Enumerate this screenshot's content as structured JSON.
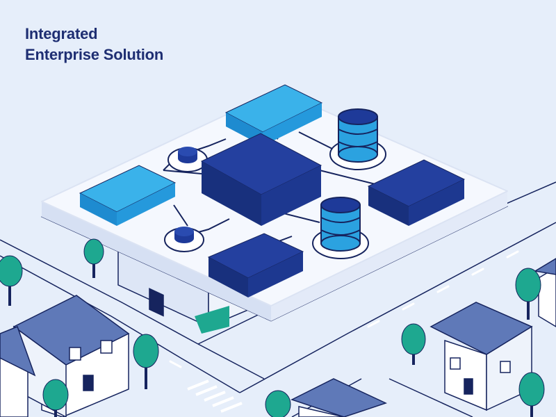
{
  "title": {
    "line1": "Integrated",
    "line2": "Enterprise Solution"
  },
  "colors": {
    "background": "#e6eefa",
    "platform_top": "#f5f8fe",
    "platform_side": "#cdd8ef",
    "navy_block": "#1e3a99",
    "light_blue_block": "#2ba2e0",
    "database": "#2ba2e0",
    "outline": "#16245e",
    "roof": "#5f79b8",
    "tree": "#1ea890",
    "title_text": "#1e2e72"
  },
  "diagram": {
    "nodes": [
      {
        "name": "central-hub",
        "kind": "navy-block"
      },
      {
        "name": "service-block-top",
        "kind": "light-blue-block"
      },
      {
        "name": "service-block-left",
        "kind": "light-blue-block"
      },
      {
        "name": "service-block-right",
        "kind": "navy-block"
      },
      {
        "name": "service-block-bottom",
        "kind": "navy-block"
      },
      {
        "name": "database-top-right",
        "kind": "database"
      },
      {
        "name": "database-right",
        "kind": "database"
      },
      {
        "name": "connector-node-top",
        "kind": "node"
      },
      {
        "name": "connector-node-left",
        "kind": "node"
      }
    ],
    "icons": [
      "database-icon",
      "server-block-icon",
      "house-icon",
      "tree-icon"
    ]
  }
}
